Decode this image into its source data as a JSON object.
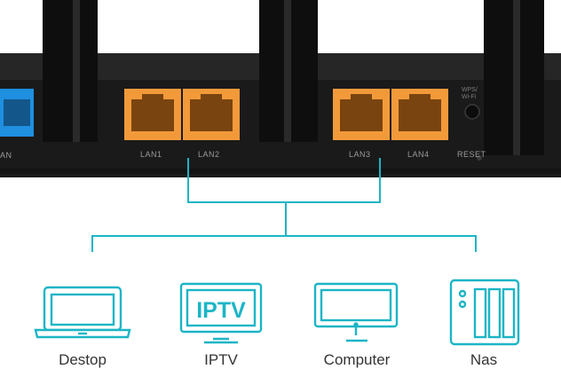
{
  "router": {
    "ports": [
      {
        "label": "LAN1"
      },
      {
        "label": "LAN2"
      },
      {
        "label": "LAN3"
      },
      {
        "label": "LAN4"
      }
    ],
    "wan_label_fragment": "AN",
    "wps_label": "WPS/",
    "wifi_label": "Wi-Fi",
    "reset_label": "RESET"
  },
  "devices": [
    {
      "label": "Destop",
      "icon": "laptop-icon"
    },
    {
      "label": "IPTV",
      "icon": "tv-icon",
      "screen_text": "IPTV"
    },
    {
      "label": "Computer",
      "icon": "monitor-icon"
    },
    {
      "label": "Nas",
      "icon": "nas-icon"
    }
  ],
  "colors": {
    "accent": "#1bb5c6",
    "port_orange": "#f29a3a",
    "wan_blue": "#1f8fe0",
    "router_body": "#1d1d1d"
  }
}
